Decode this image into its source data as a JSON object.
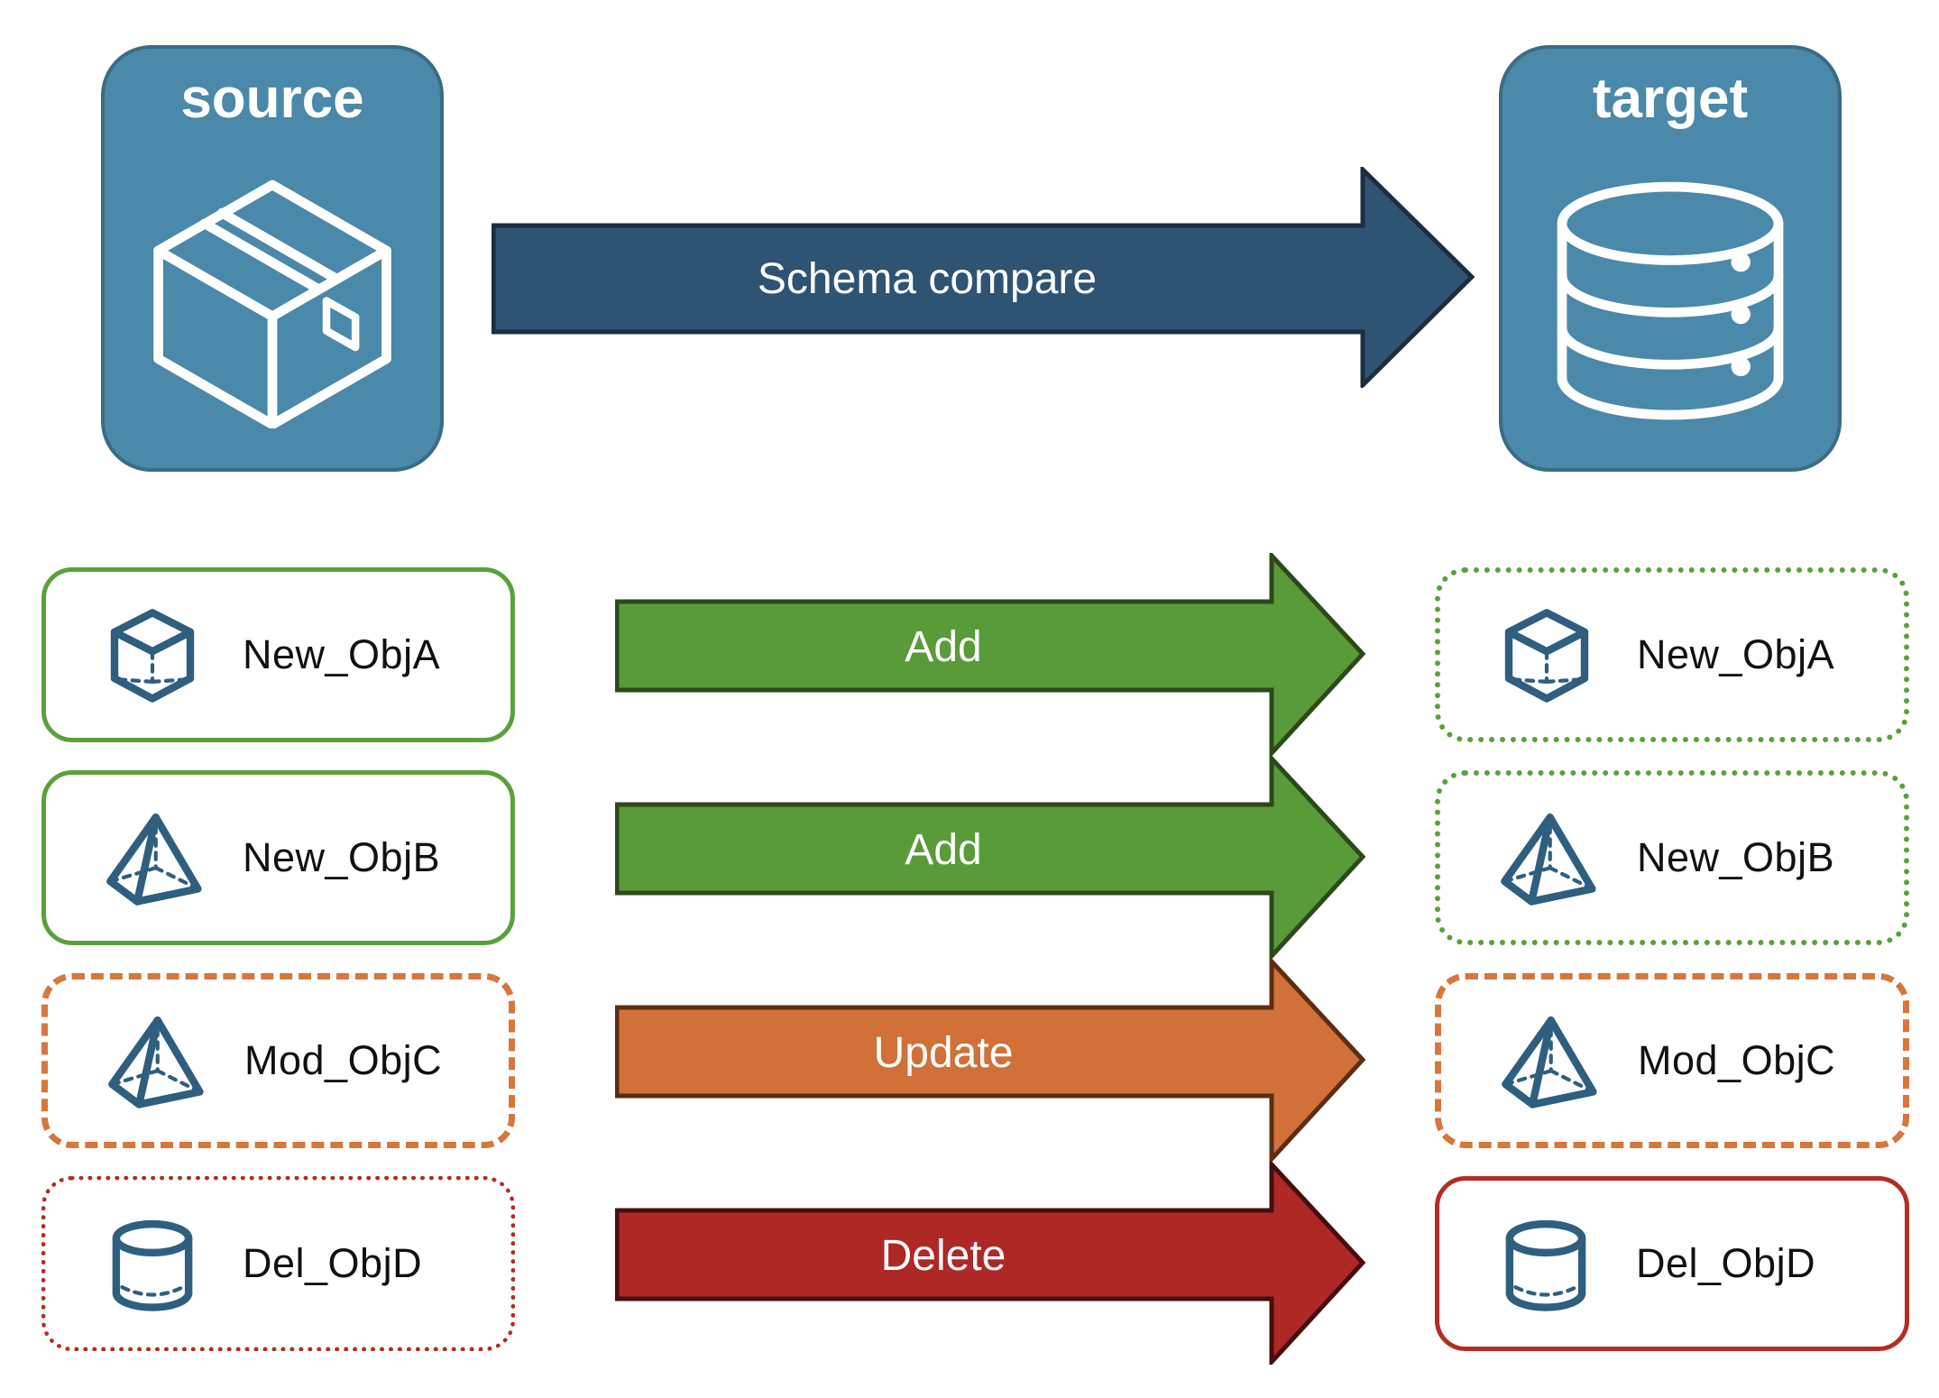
{
  "header": {
    "source": {
      "label": "source",
      "icon": "package-box-icon"
    },
    "target": {
      "label": "target",
      "icon": "database-icon"
    },
    "compare_arrow": {
      "label": "Schema compare",
      "direction": "source-to-target"
    }
  },
  "rows": [
    {
      "label": "New_ObjA",
      "action": "Add",
      "icon": "cube-3d-icon",
      "source_box_style": "solid-green",
      "target_box_style": "dotted-green"
    },
    {
      "label": "New_ObjB",
      "action": "Add",
      "icon": "pyramid-3d-icon",
      "source_box_style": "solid-green",
      "target_box_style": "dotted-green"
    },
    {
      "label": "Mod_ObjC",
      "action": "Update",
      "icon": "pyramid-3d-icon",
      "source_box_style": "dashed-orange",
      "target_box_style": "dashed-orange"
    },
    {
      "label": "Del_ObjD",
      "action": "Delete",
      "icon": "cylinder-3d-icon",
      "source_box_style": "dotted-red",
      "target_box_style": "solid-red"
    }
  ],
  "colors": {
    "background": "#FFFFFF",
    "node_fill": "#4A89A9",
    "node_border": "#3A6C85",
    "icon_blue": "#2E5F7F",
    "schema_fill": "#2F5373",
    "schema_border": "#1B2E40",
    "add_fill": "#599B38",
    "add_border": "#2B4A1A",
    "update_fill": "#D17038",
    "update_border": "#5C2D12",
    "delete_fill": "#AE2826",
    "delete_border": "#450F0E",
    "green_border": "#5AA13C",
    "orange_border": "#D8763B",
    "red_border": "#B52C26",
    "text_dark": "#111111",
    "arrow_text": "#FFFFFF"
  }
}
